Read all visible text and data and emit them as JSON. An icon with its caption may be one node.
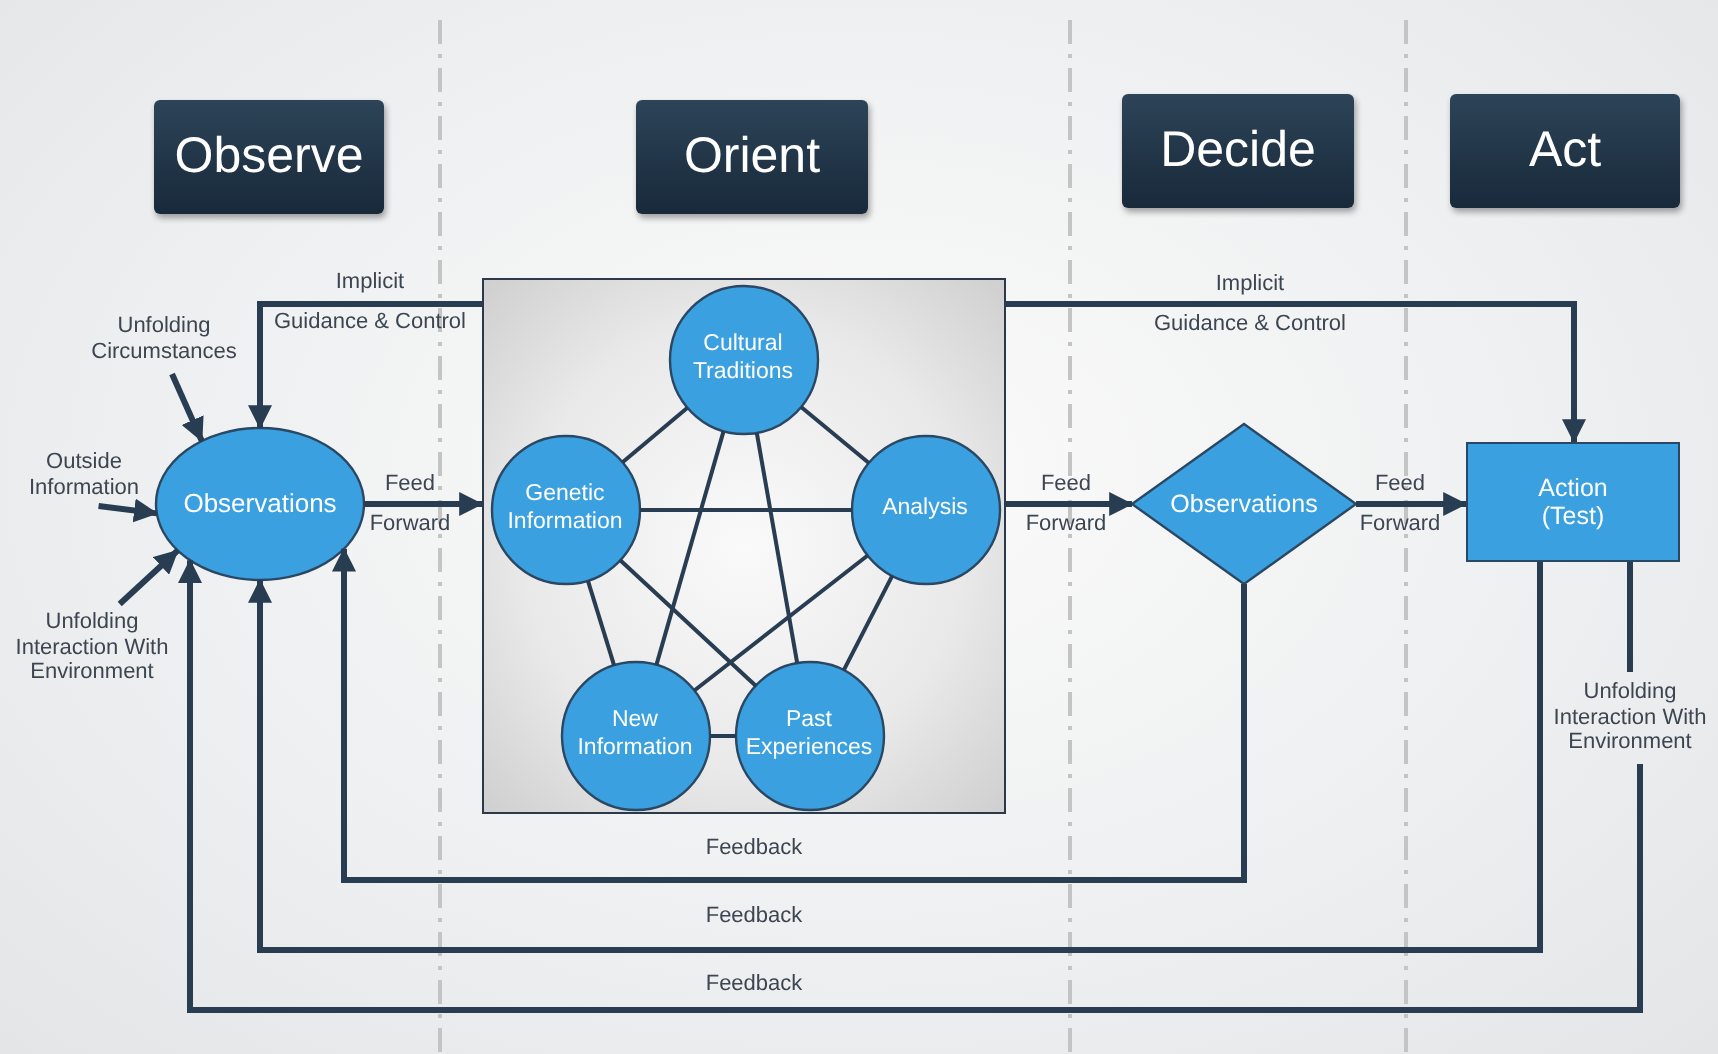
{
  "diagram": {
    "nodes": [
      {
        "text": [
          "Observe"
        ]
      },
      {
        "text": [
          "Orient"
        ]
      },
      {
        "text": [
          "Decide"
        ]
      },
      {
        "text": [
          "Act"
        ]
      },
      {
        "text": [
          "Unfolding Circumstances"
        ]
      },
      {
        "text": [
          "Outside Information"
        ]
      },
      {
        "text": [
          "Unfolding Interaction With Environment"
        ]
      },
      {
        "text": [
          "Observations"
        ]
      },
      {
        "text": [],
        "shape": "box"
      },
      {
        "text": [
          "Cultural Traditions"
        ],
        "in": 8
      },
      {
        "text": [
          "Genetic Information"
        ],
        "in": 8
      },
      {
        "text": [
          "Analysis"
        ],
        "in": 8
      },
      {
        "text": [
          "New Information"
        ],
        "in": 8
      },
      {
        "text": [
          "Past Experiences"
        ],
        "in": 8
      },
      {
        "text": [
          "Observations"
        ]
      },
      {
        "text": [
          "Action (Test)"
        ]
      },
      {
        "text": [
          "Unfolding Interaction With Environment"
        ]
      }
    ],
    "edges": [
      {
        "from": 4,
        "to": 7,
        "arrow": "to"
      },
      {
        "from": 5,
        "to": 7,
        "arrow": "to"
      },
      {
        "from": 6,
        "to": 7,
        "arrow": "to"
      },
      {
        "from": 8,
        "to": 7,
        "arrow": "to",
        "label": "Implicit Guidance & Control"
      },
      {
        "from": 7,
        "to": 8,
        "arrow": "to",
        "label": "Feed Forward"
      },
      {
        "from": 9,
        "to": 10,
        "arrow": "none"
      },
      {
        "from": 9,
        "to": 11,
        "arrow": "none"
      },
      {
        "from": 9,
        "to": 12,
        "arrow": "none"
      },
      {
        "from": 9,
        "to": 13,
        "arrow": "none"
      },
      {
        "from": 10,
        "to": 11,
        "arrow": "none"
      },
      {
        "from": 10,
        "to": 12,
        "arrow": "none"
      },
      {
        "from": 10,
        "to": 13,
        "arrow": "none"
      },
      {
        "from": 11,
        "to": 12,
        "arrow": "none"
      },
      {
        "from": 11,
        "to": 13,
        "arrow": "none"
      },
      {
        "from": 12,
        "to": 13,
        "arrow": "none"
      },
      {
        "from": 8,
        "to": 14,
        "arrow": "to",
        "label": "Feed Forward"
      },
      {
        "from": 8,
        "to": 15,
        "arrow": "to",
        "label": "Implicit Guidance & Control"
      },
      {
        "from": 14,
        "to": 15,
        "arrow": "to",
        "label": "Feed Forward"
      },
      {
        "from": 15,
        "to": 16,
        "arrow": "none"
      },
      {
        "from": 14,
        "to": 7,
        "arrow": "to",
        "label": "Feedback"
      },
      {
        "from": 15,
        "to": 7,
        "arrow": "to",
        "label": "Feedback"
      },
      {
        "from": 16,
        "to": 7,
        "arrow": "to",
        "label": "Feedback"
      }
    ]
  }
}
